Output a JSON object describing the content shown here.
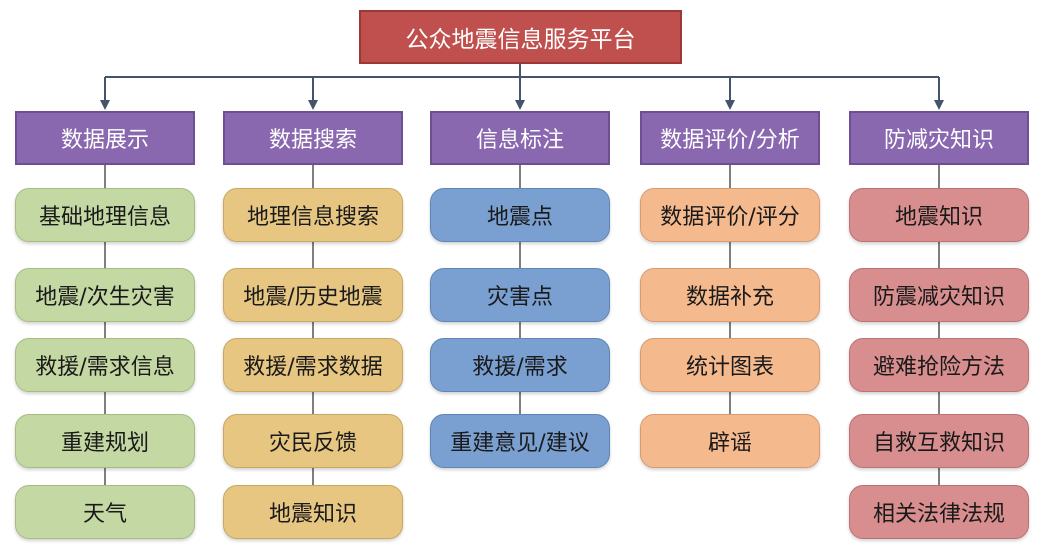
{
  "root": {
    "label": "公众地震信息服务平台"
  },
  "categories": [
    {
      "label": "数据展示",
      "items": [
        "基础地理信息",
        "地震/次生灾害",
        "救援/需求信息",
        "重建规划",
        "天气"
      ]
    },
    {
      "label": "数据搜索",
      "items": [
        "地理信息搜索",
        "地震/历史地震",
        "救援/需求数据",
        "灾民反馈",
        "地震知识"
      ]
    },
    {
      "label": "信息标注",
      "items": [
        "地震点",
        "灾害点",
        "救援/需求",
        "重建意见/建议"
      ]
    },
    {
      "label": "数据评价/分析",
      "items": [
        "数据评价/评分",
        "数据补充",
        "统计图表",
        "辟谣"
      ]
    },
    {
      "label": "防减灾知识",
      "items": [
        "地震知识",
        "防震减灾知识",
        "避难抢险方法",
        "自救互救知识",
        "相关法律法规"
      ]
    }
  ],
  "colors": {
    "root": "#c0504d",
    "category": "#8a68b0",
    "column_items": [
      "#c4d8a3",
      "#e7c682",
      "#7a9fd1",
      "#f5b98e",
      "#d88e8e"
    ],
    "connector": "#44546a"
  }
}
